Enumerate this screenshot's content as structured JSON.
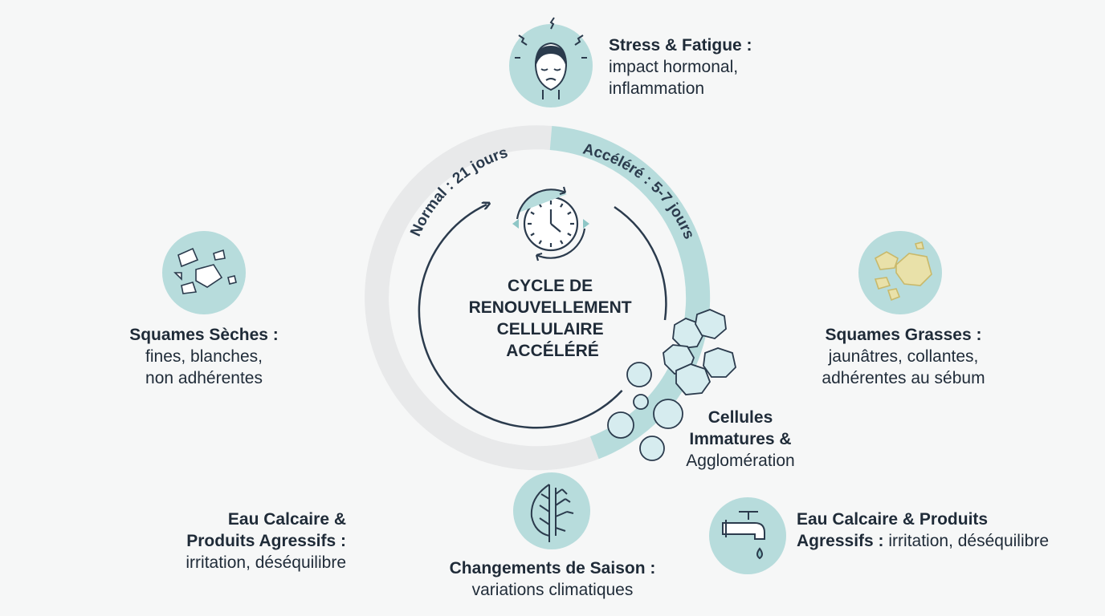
{
  "center": {
    "title_lines": [
      "CYCLE DE",
      "RENOUVELLEMENT",
      "CELLULAIRE",
      "ACCÉLÉRÉ"
    ],
    "icon": "clock-cycle-icon"
  },
  "ring": {
    "normal_label": "Normal : 21 jours",
    "accelerated_label": "Accéléré : 5-7 jours",
    "normal_color": "#e8e9ea",
    "accelerated_color": "#b7dcdc"
  },
  "colors": {
    "accent_fill": "#b7dcdc",
    "ink": "#2b3b4d",
    "cell_fill": "#d6ecef",
    "yellow": "#e9e1a9"
  },
  "factors": {
    "stress": {
      "title": "Stress & Fatigue :",
      "desc_lines": [
        "impact hormonal,",
        "inflammation"
      ],
      "icon": "stressed-face-icon"
    },
    "dry": {
      "title": "Squames Sèches :",
      "desc_lines": [
        "fines, blanches,",
        "non adhérentes"
      ],
      "icon": "dry-flakes-icon"
    },
    "oily": {
      "title": "Squames Grasses :",
      "desc_lines": [
        "jaunâtres, collantes,",
        "adhérentes au sébum"
      ],
      "icon": "oily-flakes-icon"
    },
    "cells": {
      "title_lines": [
        "Cellules",
        "Immatures &"
      ],
      "desc": "Agglomération",
      "icon": "immature-cells-icon"
    },
    "water_left": {
      "title_lines": [
        "Eau Calcaire &",
        "Produits Agressifs :"
      ],
      "desc": "irritation, déséquilibre"
    },
    "season": {
      "title": "Changements de Saison :",
      "desc": "variations climatiques",
      "icon": "leaf-snowflake-icon"
    },
    "water_right": {
      "title_line1": "Eau Calcaire & Produits",
      "title_line2": "Agressifs :",
      "desc": "irritation, déséquilibre",
      "icon": "faucet-drop-icon"
    }
  }
}
